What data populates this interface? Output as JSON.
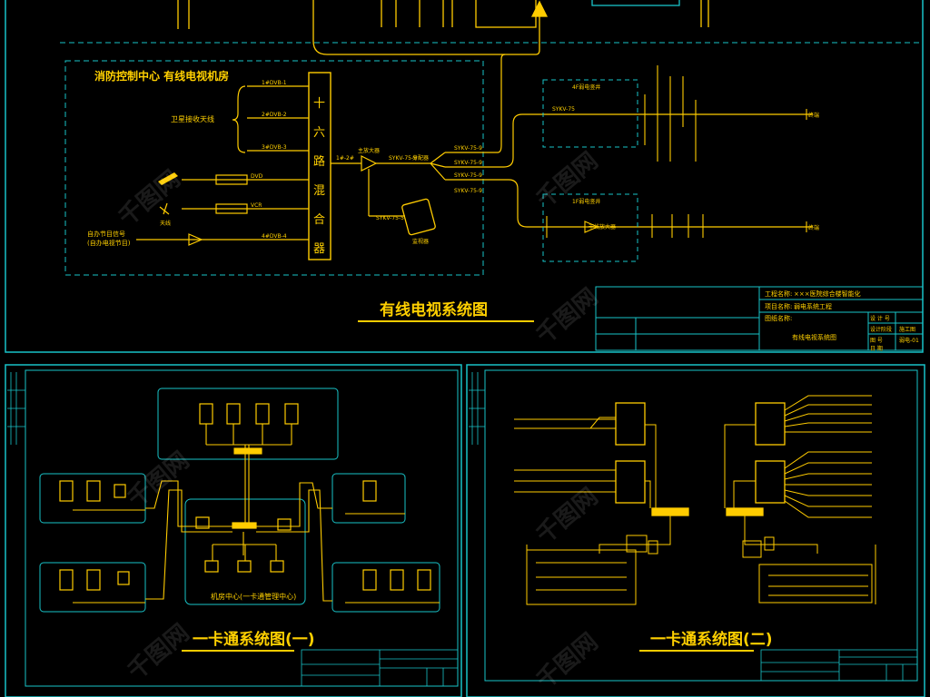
{
  "cctv": {
    "room_title": "消防控制中心 有线电视机房",
    "satellite_label": "卫星接收天线",
    "mixer_chars": [
      "十",
      "六",
      "路",
      "混",
      "合",
      "器"
    ],
    "drawing_title": "有线电视系统图",
    "monitor_label": "监视器"
  },
  "title_block": {
    "project_label": "工程名称:",
    "project_value": "×××医院综合楼智能化",
    "item_label": "项目名称:",
    "item_value": "弱电系统工程",
    "drawing_label": "图纸名称:",
    "drawing_value": "有线电视系统图",
    "design_no": "设 计 号",
    "design_stage": "设计阶段",
    "stage_value": "施工图",
    "drawing_no_label": "图 号",
    "drawing_no": "弱电-01",
    "date_label": "日 期"
  },
  "card_1": {
    "title": "一卡通系统图(一)",
    "center_label": "机房中心(一卡通管理中心)"
  },
  "card_2": {
    "title": "一卡通系统图(二)"
  },
  "watermark": "千图网",
  "colors": {
    "frame": "#19c3c8",
    "lines": "#ffcc00"
  }
}
